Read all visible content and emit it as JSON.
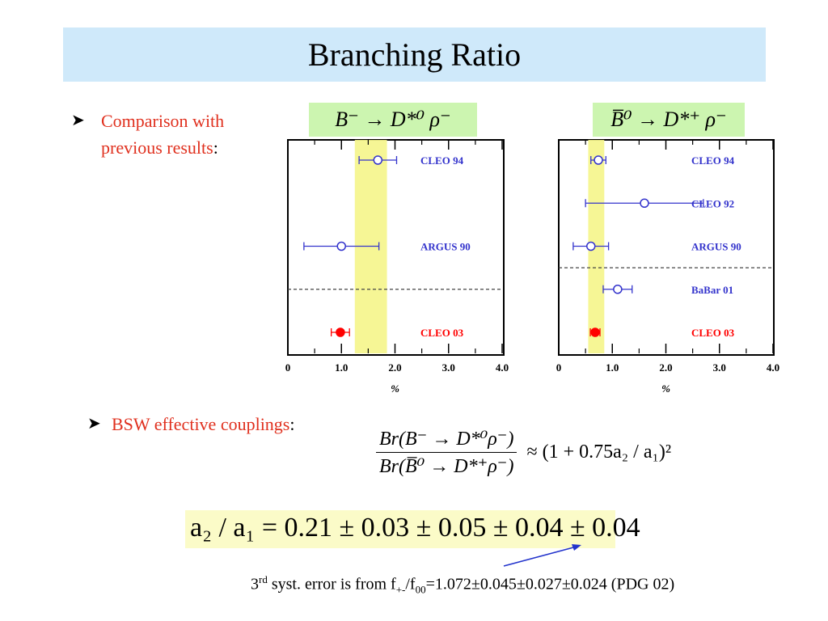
{
  "title": "Branching Ratio",
  "bullet1": {
    "line1": "Comparison with",
    "line2": "previous results",
    "colon": ":"
  },
  "bullet2": {
    "text": "BSW effective couplings",
    "colon": ":"
  },
  "charts_header": {
    "left_formula": "B⁻ → D*⁰ ρ⁻",
    "right_formula": "B̅⁰ → D*⁺ ρ⁻"
  },
  "chart_data": [
    {
      "type": "scatter",
      "xlabel": "%",
      "xlim": [
        0,
        4.0
      ],
      "xticks": [
        "0",
        "1.0",
        "2.0",
        "3.0",
        "4.0"
      ],
      "band": {
        "from": 1.25,
        "to": 1.85,
        "color": "#f5f58a"
      },
      "divider_after_index": 1,
      "points": [
        {
          "label": "CLEO 94",
          "value": 1.68,
          "err_low": 0.35,
          "err_high": 0.35,
          "marker": "open",
          "color": "#3333cc"
        },
        {
          "label": "ARGUS 90",
          "value": 1.0,
          "err_low": 0.7,
          "err_high": 0.7,
          "marker": "open",
          "color": "#3333cc"
        },
        {
          "label": "CLEO 03",
          "value": 0.98,
          "err_low": 0.17,
          "err_high": 0.17,
          "marker": "filled",
          "color": "#ff0000"
        }
      ]
    },
    {
      "type": "scatter",
      "xlabel": "%",
      "xlim": [
        0,
        4.0
      ],
      "xticks": [
        "0",
        "1.0",
        "2.0",
        "3.0",
        "4.0"
      ],
      "band": {
        "from": 0.55,
        "to": 0.85,
        "color": "#f5f58a"
      },
      "divider_after_index": 2,
      "points": [
        {
          "label": "CLEO 94",
          "value": 0.74,
          "err_low": 0.14,
          "err_high": 0.14,
          "marker": "open",
          "color": "#3333cc"
        },
        {
          "label": "CLEO 92",
          "value": 1.6,
          "err_low": 1.1,
          "err_high": 1.1,
          "marker": "open",
          "color": "#3333cc"
        },
        {
          "label": "ARGUS 90",
          "value": 0.6,
          "err_low": 0.33,
          "err_high": 0.33,
          "marker": "open",
          "color": "#3333cc"
        },
        {
          "label": "BaBar 01",
          "value": 1.1,
          "err_low": 0.27,
          "err_high": 0.27,
          "marker": "open",
          "color": "#3333cc"
        },
        {
          "label": "CLEO 03",
          "value": 0.68,
          "err_low": 0.09,
          "err_high": 0.09,
          "marker": "filled",
          "color": "#ff0000"
        }
      ]
    }
  ],
  "ratio_formula": {
    "num": "Br(B⁻ → D*⁰ρ⁻)",
    "den": "Br(B̅⁰ → D*⁺ρ⁻)",
    "rhs": "≈ (1 + 0.75a₂ / a₁)²"
  },
  "final_result": "a₂ / a₁ = 0.21 ± 0.03 ± 0.05 ± 0.04 ± 0.04",
  "footnote": {
    "pre": "3",
    "sup": "rd",
    "mid": " syst. error is from f",
    "sub1": "+-",
    "slash": "/f",
    "sub2": "00",
    "post": "=1.072±0.045±0.027±0.024 (PDG 02)"
  }
}
